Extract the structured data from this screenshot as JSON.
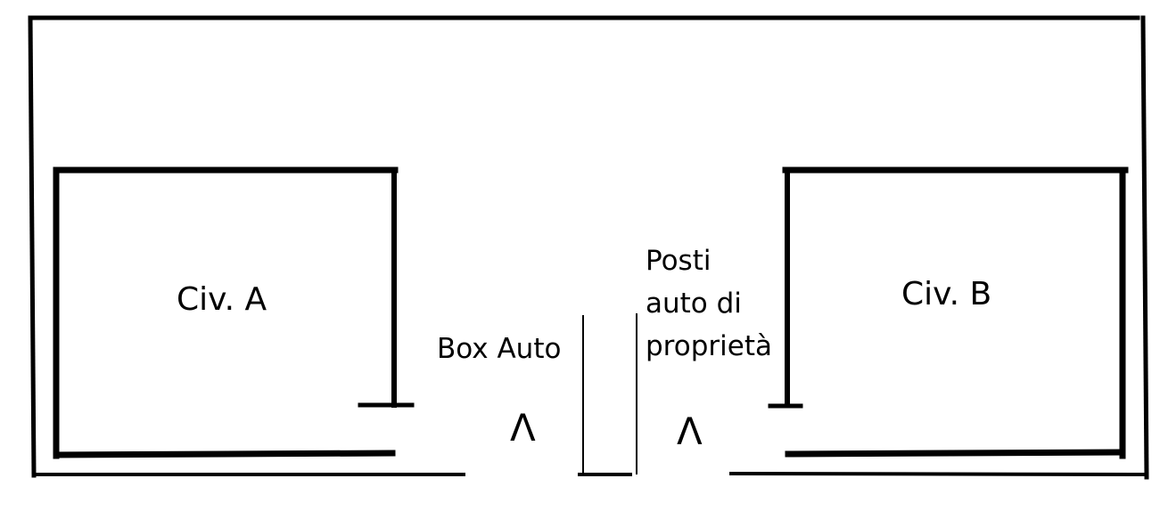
{
  "colors": {
    "background": "#ffffff",
    "ink": "#000000"
  },
  "labels": {
    "building_a": "Civ. A",
    "building_b": "Civ. B",
    "box_auto": "Box Auto",
    "posti_auto": "Posti\nauto di\nproprietà",
    "arrow_left": "Λ",
    "arrow_right": "Λ"
  }
}
